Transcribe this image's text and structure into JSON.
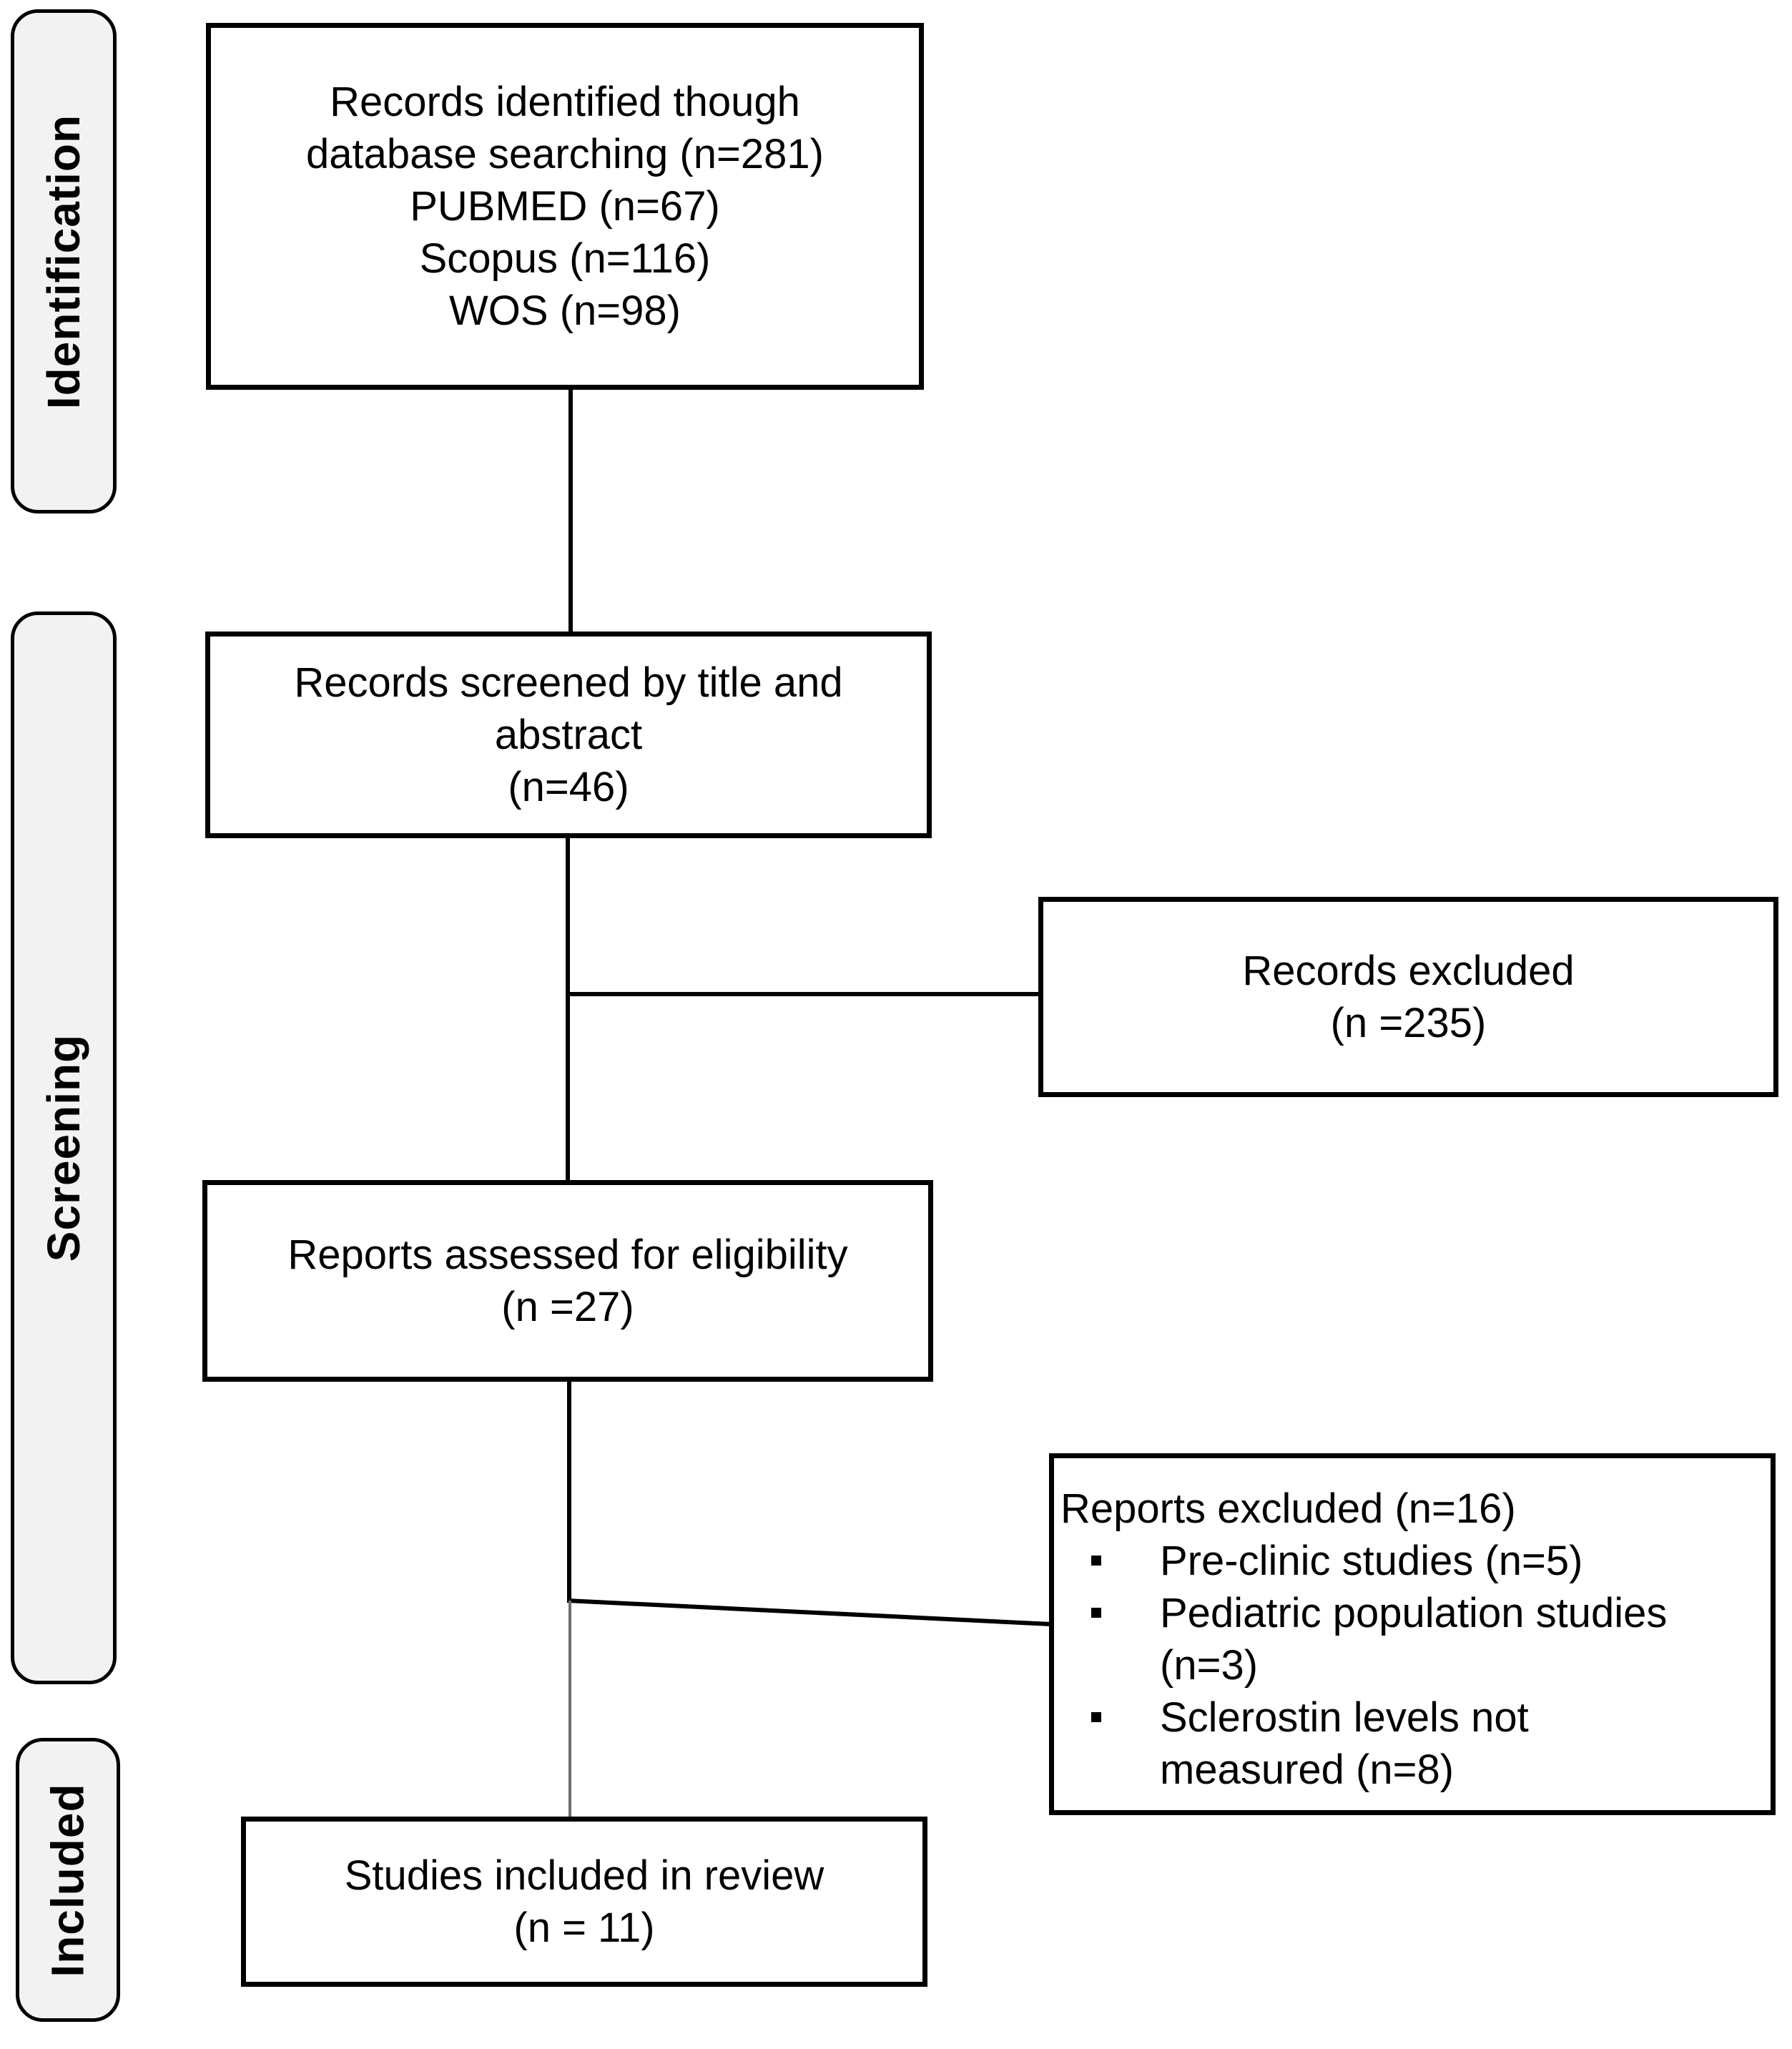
{
  "stages": [
    {
      "label": "Identification"
    },
    {
      "label": "Screening"
    },
    {
      "label": "Included"
    }
  ],
  "boxes": {
    "identified": {
      "lines": [
        "Records identified though",
        "database searching (n=281)",
        "PUBMED  (n=67)",
        "Scopus (n=116)",
        "WOS (n=98)"
      ]
    },
    "screened": {
      "lines": [
        "Records screened by title and",
        "abstract",
        "(n=46)"
      ]
    },
    "records_excluded": {
      "lines": [
        "Records excluded",
        "(n =235)"
      ]
    },
    "assessed": {
      "lines": [
        "Reports assessed for eligibility",
        "(n =27)"
      ]
    },
    "reports_excluded": {
      "title": "Reports excluded (n=16)",
      "bullets": [
        {
          "lines": [
            "Pre-clinic studies (n=5)"
          ]
        },
        {
          "lines": [
            "Pediatric population studies",
            "(n=3)"
          ]
        },
        {
          "lines": [
            "Sclerostin levels not",
            "measured (n=8)"
          ]
        }
      ]
    },
    "included_review": {
      "lines": [
        "Studies included in review",
        "(n = 11)"
      ]
    }
  },
  "icons": {
    "bullet": "square-bullet"
  },
  "colors": {
    "background": "#ffffff",
    "box_fill": "#ffffff",
    "stage_fill": "#f2f2f2",
    "border": "#000000",
    "text": "#000000",
    "connector": "#000000",
    "connector_light": "#6e6e6e"
  }
}
